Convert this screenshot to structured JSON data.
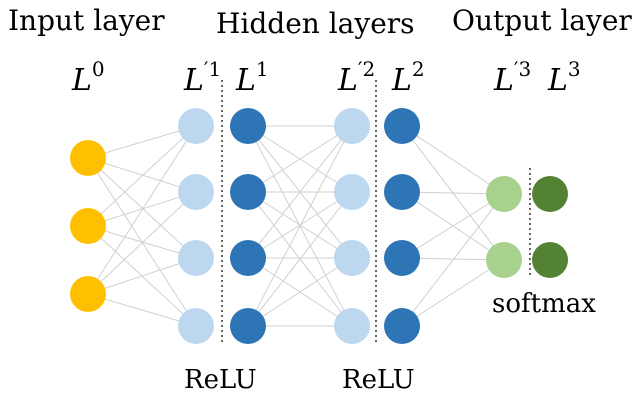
{
  "titles": {
    "input": "Input layer",
    "hidden": "Hidden layers",
    "output": "Output layer"
  },
  "layer_labels": [
    {
      "base": "L",
      "sup": "0"
    },
    {
      "base": "L",
      "sup": "′1"
    },
    {
      "base": "L",
      "sup": "1"
    },
    {
      "base": "L",
      "sup": "′2"
    },
    {
      "base": "L",
      "sup": "2"
    },
    {
      "base": "L",
      "sup": "′3"
    },
    {
      "base": "L",
      "sup": "3"
    }
  ],
  "activations": [
    "ReLU",
    "ReLU",
    "softmax"
  ],
  "layers": [
    {
      "nodes": 3,
      "color": "#FFC000"
    },
    {
      "nodes": 4,
      "color": "#BDD7EE"
    },
    {
      "nodes": 4,
      "color": "#2E75B6"
    },
    {
      "nodes": 4,
      "color": "#BDD7EE"
    },
    {
      "nodes": 4,
      "color": "#2E75B6"
    },
    {
      "nodes": 2,
      "color": "#A9D18E"
    },
    {
      "nodes": 2,
      "color": "#548235"
    }
  ],
  "edge_color": "#d0d0d0"
}
